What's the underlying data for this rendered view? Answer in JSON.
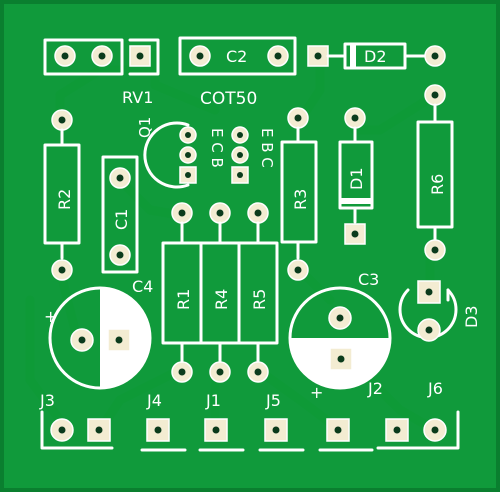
{
  "board": {
    "title": "COT50",
    "colors": {
      "board": "#109a3b",
      "board_edge": "#0a7f2f",
      "silkscreen": "#ffffff",
      "pad": "#f3ecd2",
      "hole": "#0b3b1c"
    }
  },
  "labels": {
    "rv1": "RV1",
    "c2": "C2",
    "d2": "D2",
    "q1": "Q1",
    "ecb": "E C B",
    "ebc": "E B C",
    "r2": "R2",
    "c1": "C1",
    "r3": "R3",
    "d1": "D1",
    "r6": "R6",
    "c4": "C4",
    "r1": "R1",
    "r4": "R4",
    "r5": "R5",
    "c3": "C3",
    "d3": "D3",
    "j3": "J3",
    "j4": "J4",
    "j1": "J1",
    "j5": "J5",
    "j2": "J2",
    "j6": "J6",
    "plus_c4": "+",
    "plus_c3": "+"
  }
}
